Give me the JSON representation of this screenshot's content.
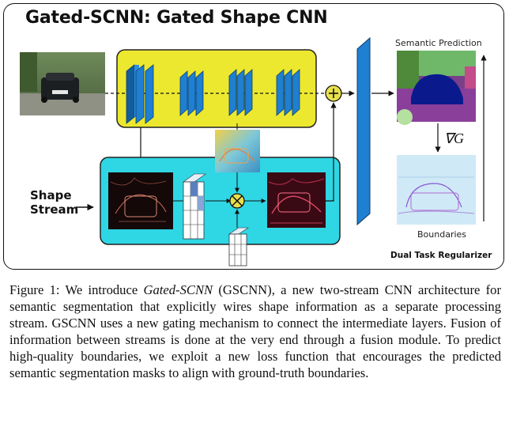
{
  "figure": {
    "title": "Gated-SCNN: Gated Shape CNN",
    "shape_stream_label_line1": "Shape",
    "shape_stream_label_line2": "Stream",
    "semantic_prediction_label": "Semantic Prediction",
    "boundaries_label": "Boundaries",
    "gradient_label": "∇G",
    "dual_task_label": "Dual Task Regularizer",
    "colors": {
      "regular_stream_bg": "#ece82f",
      "shape_stream_bg": "#2fd6e4",
      "conv_block": "#1f7fd1",
      "fusion_node": "#e8e14a",
      "gate_node": "#e8e14a"
    }
  },
  "caption": {
    "prefix": "Figure 1: We introduce ",
    "method_name": "Gated-SCNN",
    "body": " (GSCNN), a new two-stream CNN architecture for semantic segmentation that explicitly wires shape information as a separate processing stream. GSCNN uses a new gating mechanism to connect the intermediate layers. Fusion of information between streams is done at the very end through a fusion module. To predict high-quality boundaries, we exploit a new loss function that encourages the predicted semantic segmentation masks to align with ground-truth boundaries."
  }
}
